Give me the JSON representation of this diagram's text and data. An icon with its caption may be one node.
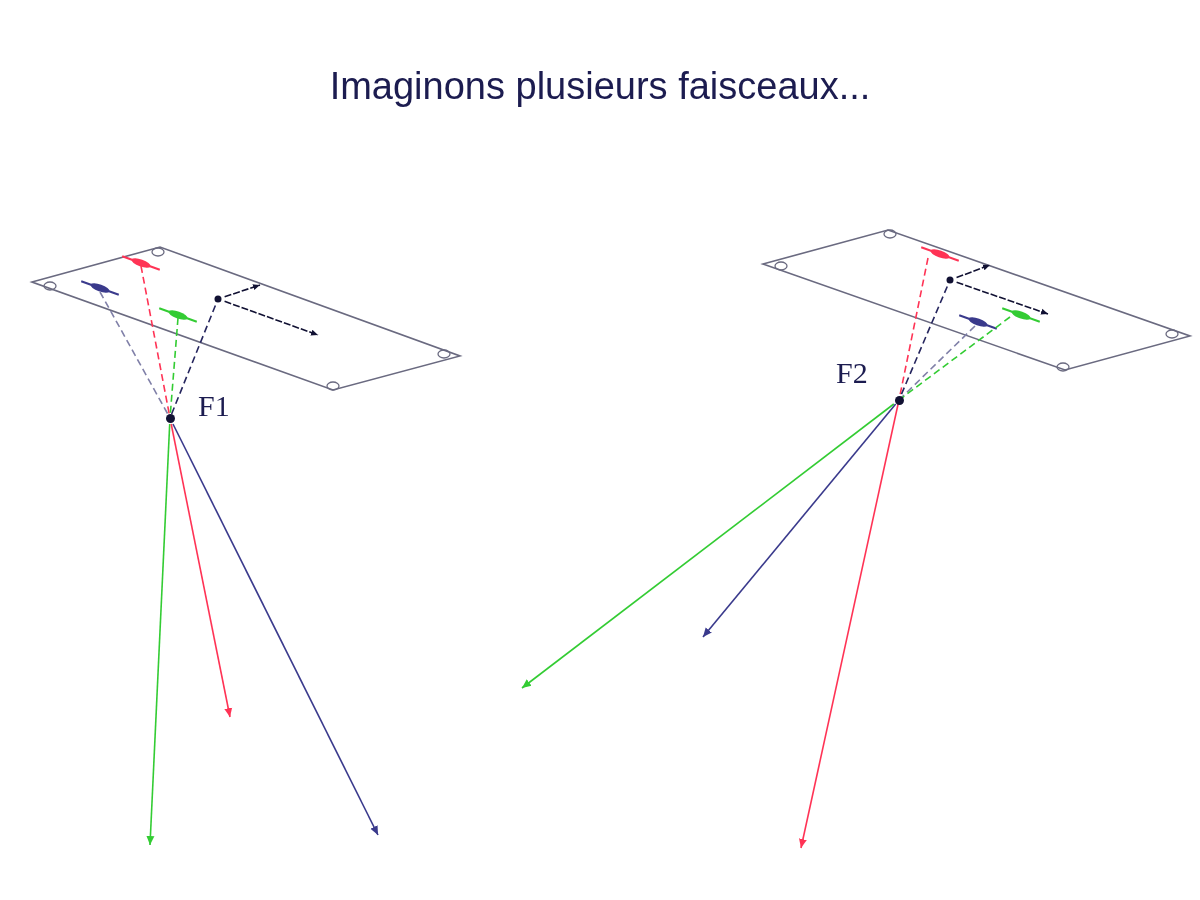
{
  "diagram": {
    "title": "Imaginons plusieurs faisceaux...",
    "nodes": [
      {
        "text": [
          "F1"
        ]
      },
      {
        "text": [
          "F2"
        ]
      }
    ],
    "edges": [
      {
        "from": 0,
        "to": null,
        "arrow": "to",
        "color": "#33cc33"
      },
      {
        "from": 0,
        "to": null,
        "arrow": "to",
        "color": "#ff3355"
      },
      {
        "from": 0,
        "to": null,
        "arrow": "to",
        "color": "#3a3a8c"
      },
      {
        "from": 1,
        "to": null,
        "arrow": "to",
        "color": "#33cc33"
      },
      {
        "from": 1,
        "to": null,
        "arrow": "to",
        "color": "#3a3a8c"
      },
      {
        "from": 1,
        "to": null,
        "arrow": "to",
        "color": "#ff3355"
      }
    ]
  }
}
